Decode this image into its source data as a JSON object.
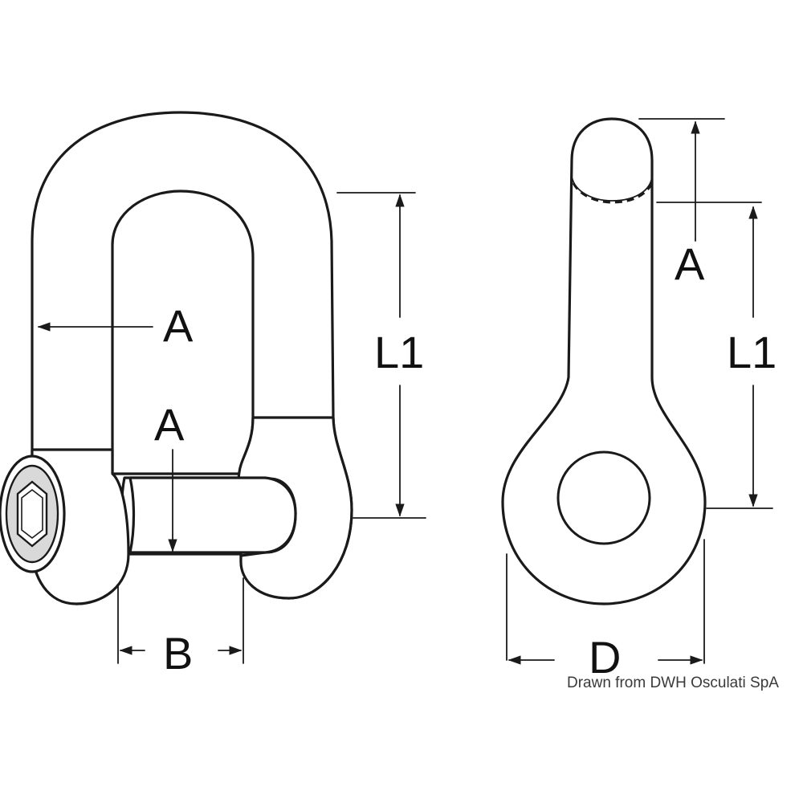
{
  "shackle": {
    "label_a_outer": "A",
    "label_a_inner": "A",
    "label_l1": "L1",
    "label_b": "B"
  },
  "side_view": {
    "label_a": "A",
    "label_l1": "L1",
    "label_d": "D"
  },
  "credit": "Drawn from DWH Osculati SpA"
}
